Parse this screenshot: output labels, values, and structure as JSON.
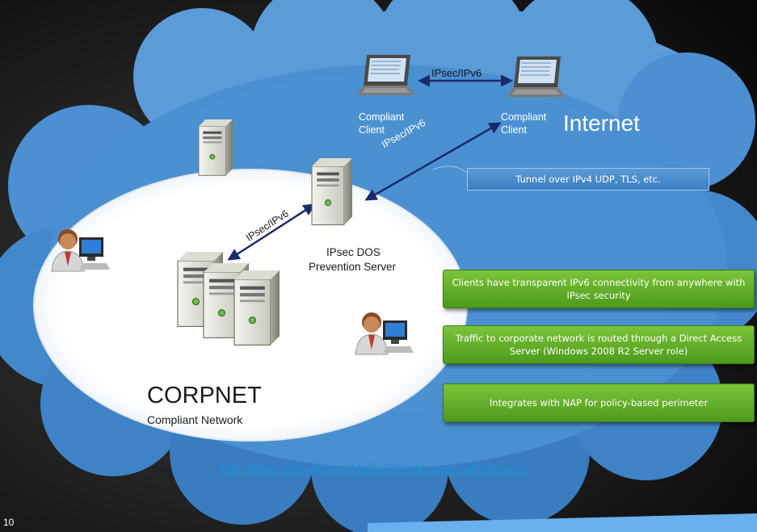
{
  "labels": {
    "ipsec_top": "IPsec/IPv6",
    "ipsec_diag": "IPsec/IPv6",
    "ipsec_left": "IPsec/IPv6",
    "client_left_1": "Compliant",
    "client_left_2": "Client",
    "client_right_1": "Compliant",
    "client_right_2": "Client",
    "internet": "Internet",
    "dos_1": "IPsec DOS",
    "dos_2": "Prevention Server",
    "corpnet": "CORPNET",
    "corpnet_sub": "Compliant Network",
    "tunnel": "Tunnel over IPv4 UDP, TLS, etc."
  },
  "callouts": [
    "Clients have transparent IPv6 connectivity from anywhere with IPsec security",
    "Traffic to corporate network is routed through a Direct Access Server (Windows 2008 R2 Server role)",
    "Integrates with NAP for policy-based perimeter"
  ],
  "link": "http://edge.technet.com/Media/DirectAccess-with-Devrim/",
  "slide_number": "10",
  "colors": {
    "cloud": "#4a8fd0",
    "corpnet_ellipse": "#ffffff",
    "arrow": "#1a2a6c",
    "callout_green": "#5fab26",
    "link": "#1c8fd8"
  },
  "icons": [
    "laptop-icon",
    "server-icon",
    "user-computer-icon"
  ]
}
